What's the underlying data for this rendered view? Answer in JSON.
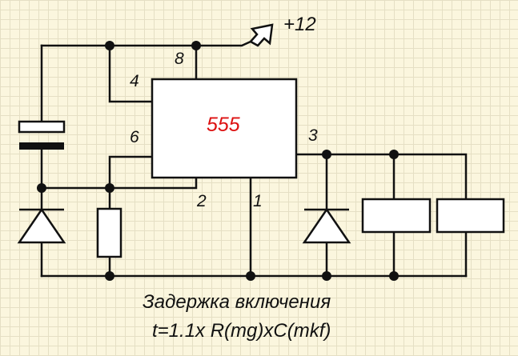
{
  "colors": {
    "background": "#fbf6de",
    "grid": "#e5dfc4",
    "wire": "#111111",
    "chip_label": "#dd1111"
  },
  "schematic": {
    "chip_label": "555",
    "supply_label": "+12",
    "pins": {
      "p1": "1",
      "p2": "2",
      "p3": "3",
      "p4": "4",
      "p6": "6",
      "p8": "8"
    },
    "components": [
      {
        "name": "capacitor",
        "icon": "capacitor-symbol"
      },
      {
        "name": "diode-left",
        "icon": "diode-symbol"
      },
      {
        "name": "resistor",
        "icon": "resistor-symbol"
      },
      {
        "name": "diode-right",
        "icon": "diode-symbol"
      },
      {
        "name": "relay-coil-1",
        "icon": "rectangle-symbol"
      },
      {
        "name": "relay-coil-2",
        "icon": "rectangle-symbol"
      }
    ]
  },
  "caption": {
    "line1": "Задержка включения",
    "line2": "t=1.1x R(mg)xC(mkf)"
  }
}
